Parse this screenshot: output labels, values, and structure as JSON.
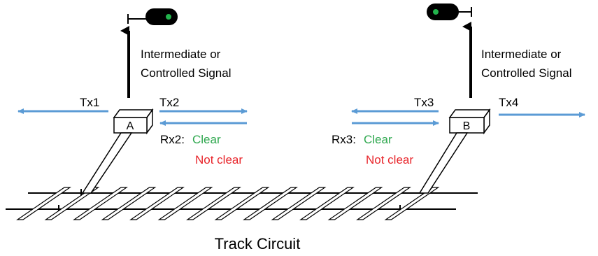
{
  "signals": {
    "left": {
      "label_line1": "Intermediate or",
      "label_line2": "Controlled Signal"
    },
    "right": {
      "label_line1": "Intermediate or",
      "label_line2": "Controlled Signal"
    }
  },
  "boxes": {
    "a": "A",
    "b": "B"
  },
  "transmitters": {
    "tx1": "Tx1",
    "tx2": "Tx2",
    "tx3": "Tx3",
    "tx4": "Tx4"
  },
  "receivers": {
    "rx2": {
      "label": "Rx2:",
      "clear": "Clear",
      "not_clear": "Not clear"
    },
    "rx3": {
      "label": "Rx3:",
      "clear": "Clear",
      "not_clear": "Not clear"
    }
  },
  "caption": "Track Circuit",
  "colors": {
    "arrow_blue": "#5b9bd5",
    "clear_green": "#2fa84f",
    "not_clear_red": "#e8242a",
    "signal_lamp": "#22b24c",
    "ink": "#000000"
  }
}
